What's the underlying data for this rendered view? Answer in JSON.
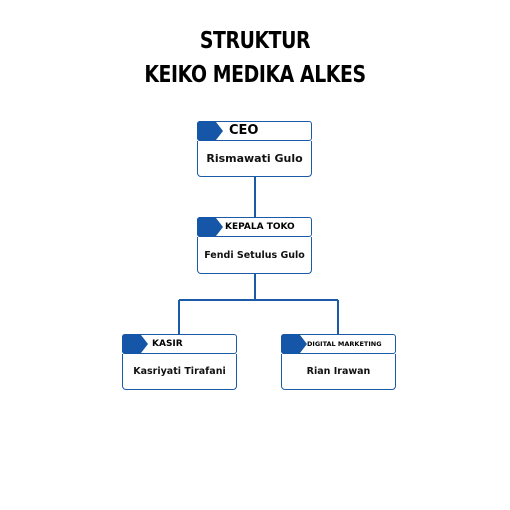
{
  "title": {
    "line1": "STRUKTUR",
    "line2": "KEIKO MEDIKA ALKES"
  },
  "org_chart": {
    "accent_color": "#1656a8",
    "nodes": [
      {
        "id": "ceo",
        "role": "CEO",
        "name": "Rismawati Gulo"
      },
      {
        "id": "kepala-toko",
        "role": "KEPALA TOKO",
        "name": "Fendi Setulus Gulo"
      },
      {
        "id": "kasir",
        "role": "KASIR",
        "name": "Kasriyati Tirafani"
      },
      {
        "id": "digital-marketing",
        "role": "DIGITAL MARKETING",
        "name": "Rian Irawan"
      }
    ],
    "edges": [
      {
        "from": "ceo",
        "to": "kepala-toko"
      },
      {
        "from": "kepala-toko",
        "to": "kasir"
      },
      {
        "from": "kepala-toko",
        "to": "digital-marketing"
      }
    ]
  }
}
